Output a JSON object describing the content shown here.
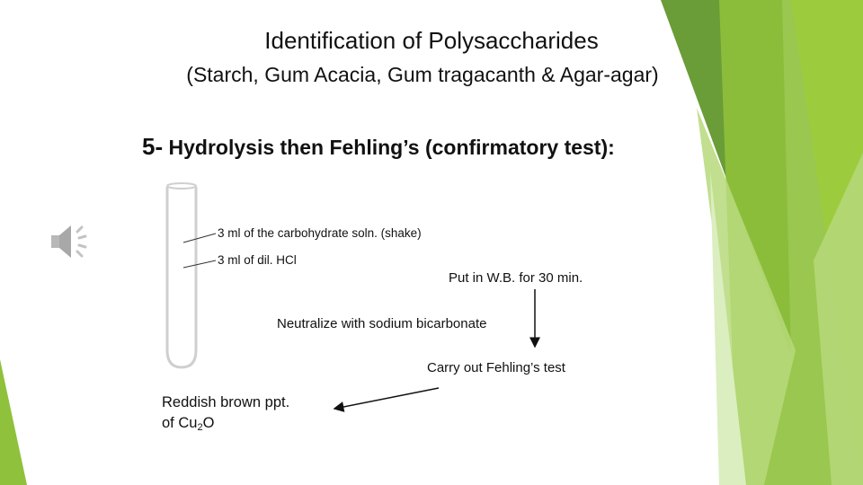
{
  "slide": {
    "title": "Identification of Polysaccharides",
    "subtitle": "(Starch, Gum Acacia, Gum tragacanth & Agar-agar)",
    "heading_number": "5-",
    "heading_text": " Hydrolysis then Fehling’s (confirmatory test):",
    "tube_labels": [
      "3 ml of the carbohydrate  soln. (shake)",
      "3 ml of dil. HCl"
    ],
    "steps": [
      "Put in W.B. for 30 min.",
      "Neutralize with sodium bicarbonate",
      "Carry out Fehling’s test"
    ],
    "result_line1": "Reddish brown ppt.",
    "result_line2_prefix": "of Cu",
    "result_line2_sub": "2",
    "result_line2_suffix": "O"
  },
  "icons": {
    "audio": "speaker-icon"
  },
  "colors": {
    "green_dark": "#5b8e2c",
    "green_mid": "#76b82a",
    "green_light": "#a7d05c",
    "green_pale": "#d9ebb8",
    "text": "#111111"
  }
}
